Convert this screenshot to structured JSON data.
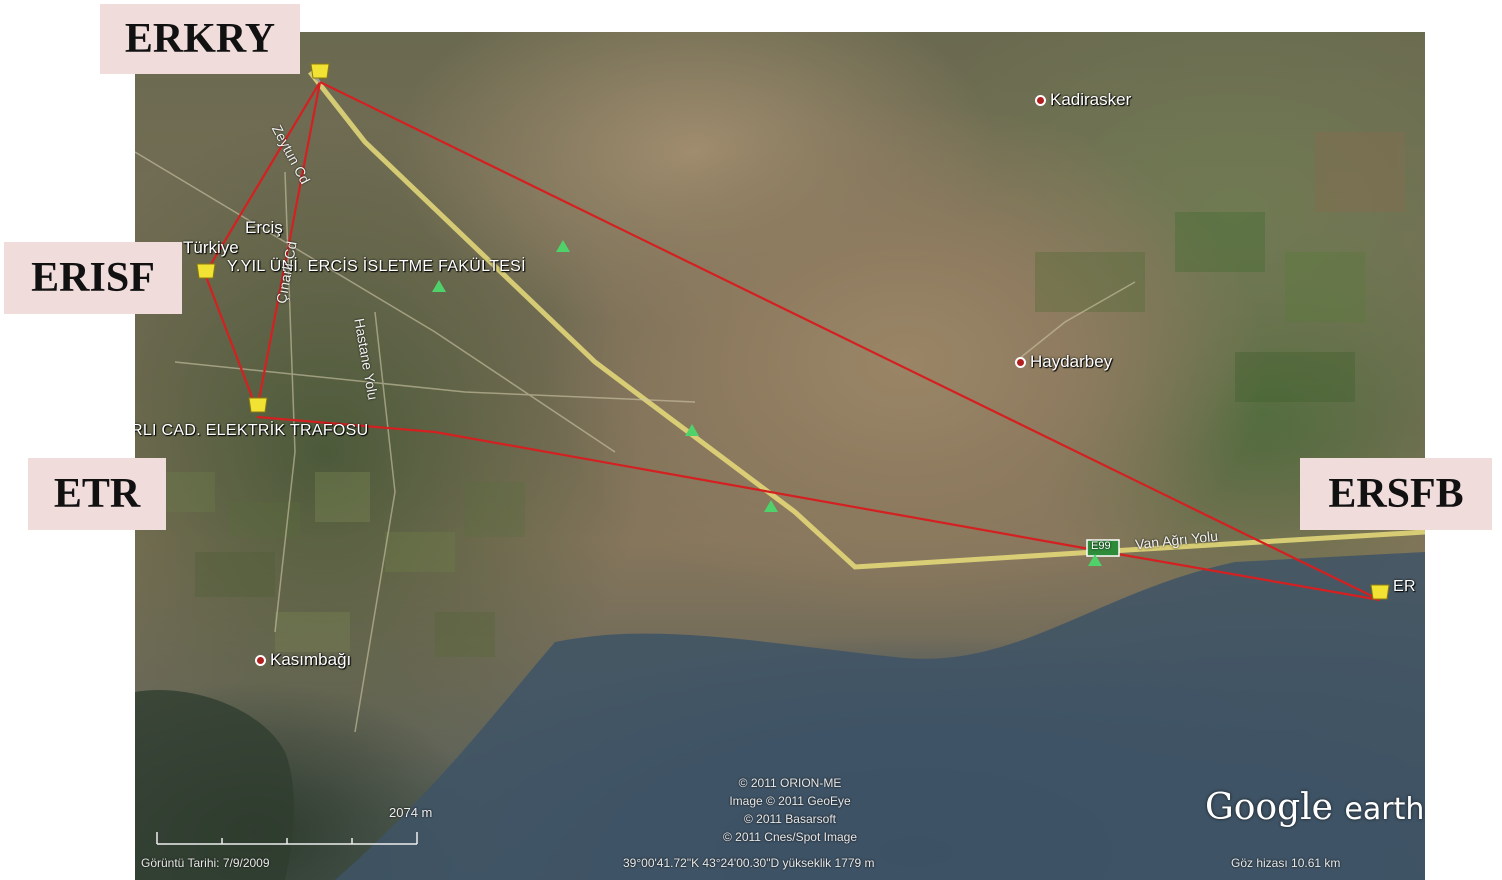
{
  "callouts": {
    "erkry": "ERKRY",
    "erisf": "ERISF",
    "etr": "ETR",
    "ersfb": "ERSFB"
  },
  "places": {
    "kadirasker": "Kadirasker",
    "haydarbey": "Haydarbey",
    "kasimbagi": "Kasımbağı",
    "ercis": "Erciş",
    "turkiye": "Türkiye"
  },
  "poi_labels": {
    "faculty": "Y.YIL ÜNİ. ERCİS İSLETME FAKÜLTESİ",
    "trafo": "RLI CAD. ELEKTRİK TRAFOSU",
    "ersfb_edge": "ER"
  },
  "roads": {
    "zeytun": "Zeytun Cd",
    "cinarli": "Çınarlı Cd",
    "hastane": "Hastane Yolu",
    "van_agri": "Van Ağrı Yolu",
    "e99": "E99"
  },
  "attribution": {
    "credit_lines": [
      "© 2011 ORION-ME",
      "Image © 2011 GeoEye",
      "© 2011 Basarsoft",
      "© 2011 Cnes/Spot Image"
    ],
    "image_date": "Görüntü Tarihi: 7/9/2009",
    "coordinates": "39°00'41.72\"K  43°24'00.30\"D  yükseklik  1779 m",
    "eye_altitude": "Göz hizası    10.61 km",
    "scale": "2074 m",
    "logo_google": "Google",
    "logo_earth": "earth"
  },
  "colors": {
    "network_line": "#d42020",
    "main_road": "#e8dc7a",
    "callout_bg": "#f1dcdc",
    "pin": "#f2e234"
  }
}
